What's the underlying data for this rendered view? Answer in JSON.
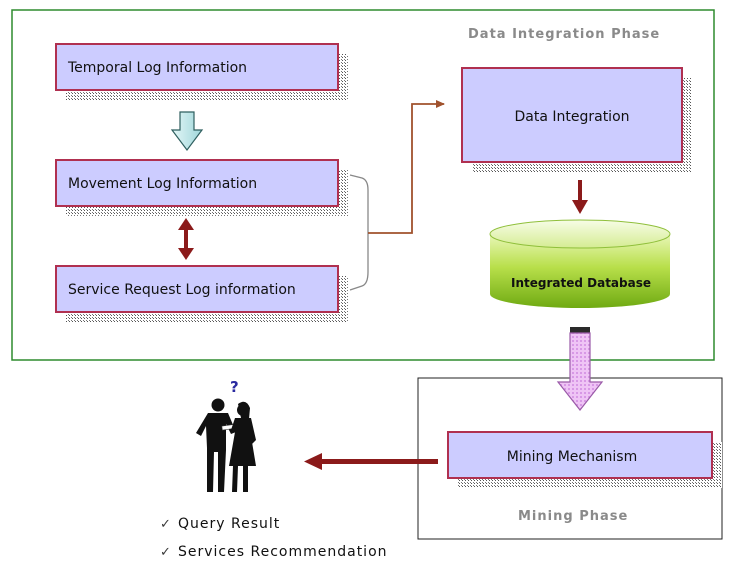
{
  "phases": {
    "integration": {
      "label": "Data Integration Phase"
    },
    "mining": {
      "label": "Mining Phase"
    }
  },
  "boxes": {
    "temporal": {
      "label": "Temporal Log Information"
    },
    "movement": {
      "label": "Movement Log Information"
    },
    "service_request": {
      "label": "Service Request Log information"
    },
    "data_integration": {
      "label": "Data Integration"
    },
    "mining_mechanism": {
      "label": "Mining Mechanism"
    }
  },
  "database": {
    "label": "Integrated Database"
  },
  "user": {
    "question_mark": "?"
  },
  "results": {
    "check_symbol": "✓",
    "items": [
      {
        "label": "Query Result"
      },
      {
        "label": "Services Recommendation"
      }
    ]
  },
  "colors": {
    "phase_border": "#2e8b2e",
    "box_fill": "#ccccff",
    "box_border": "#b03050",
    "arrow_red": "#8b1a1a",
    "connector_brown": "#a0522d",
    "db_green": "#9acd32",
    "pink_arrow": "#e9b3f0"
  }
}
